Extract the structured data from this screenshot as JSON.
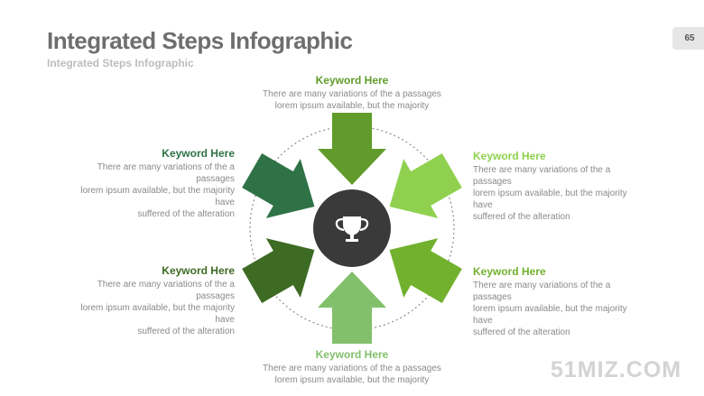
{
  "slide": {
    "title": "Integrated Steps Infographic",
    "subtitle": "Integrated Steps Infographic",
    "page_number": "65"
  },
  "steps": [
    {
      "keyword": "Keyword Here",
      "description": "There are many variations of the a passages\nlorem ipsum available, but the majority",
      "color": "#609b2b"
    },
    {
      "keyword": "Keyword Here",
      "description": "There are many variations of the a passages\nlorem ipsum available, but the majority have\nsuffered  of the alteration",
      "color": "#2e7245"
    },
    {
      "keyword": "Keyword Here",
      "description": "There are many variations of the a passages\nlorem ipsum available, but the majority have\nsuffered  of the alteration",
      "color": "#8fd14f"
    },
    {
      "keyword": "Keyword Here",
      "description": "There are many variations of the a passages\nlorem ipsum available, but the majority have\nsuffered  of the alteration",
      "color": "#3e6b24"
    },
    {
      "keyword": "Keyword Here",
      "description": "There are many variations of the a passages\nlorem ipsum available, but the majority have\nsuffered  of the alteration",
      "color": "#72b12e"
    },
    {
      "keyword": "Keyword Here",
      "description": "There are many variations of the a passages\nlorem ipsum available, but the majority",
      "color": "#82c06b"
    }
  ],
  "center_icon": "trophy-icon",
  "watermark": "51MIZ.COM"
}
